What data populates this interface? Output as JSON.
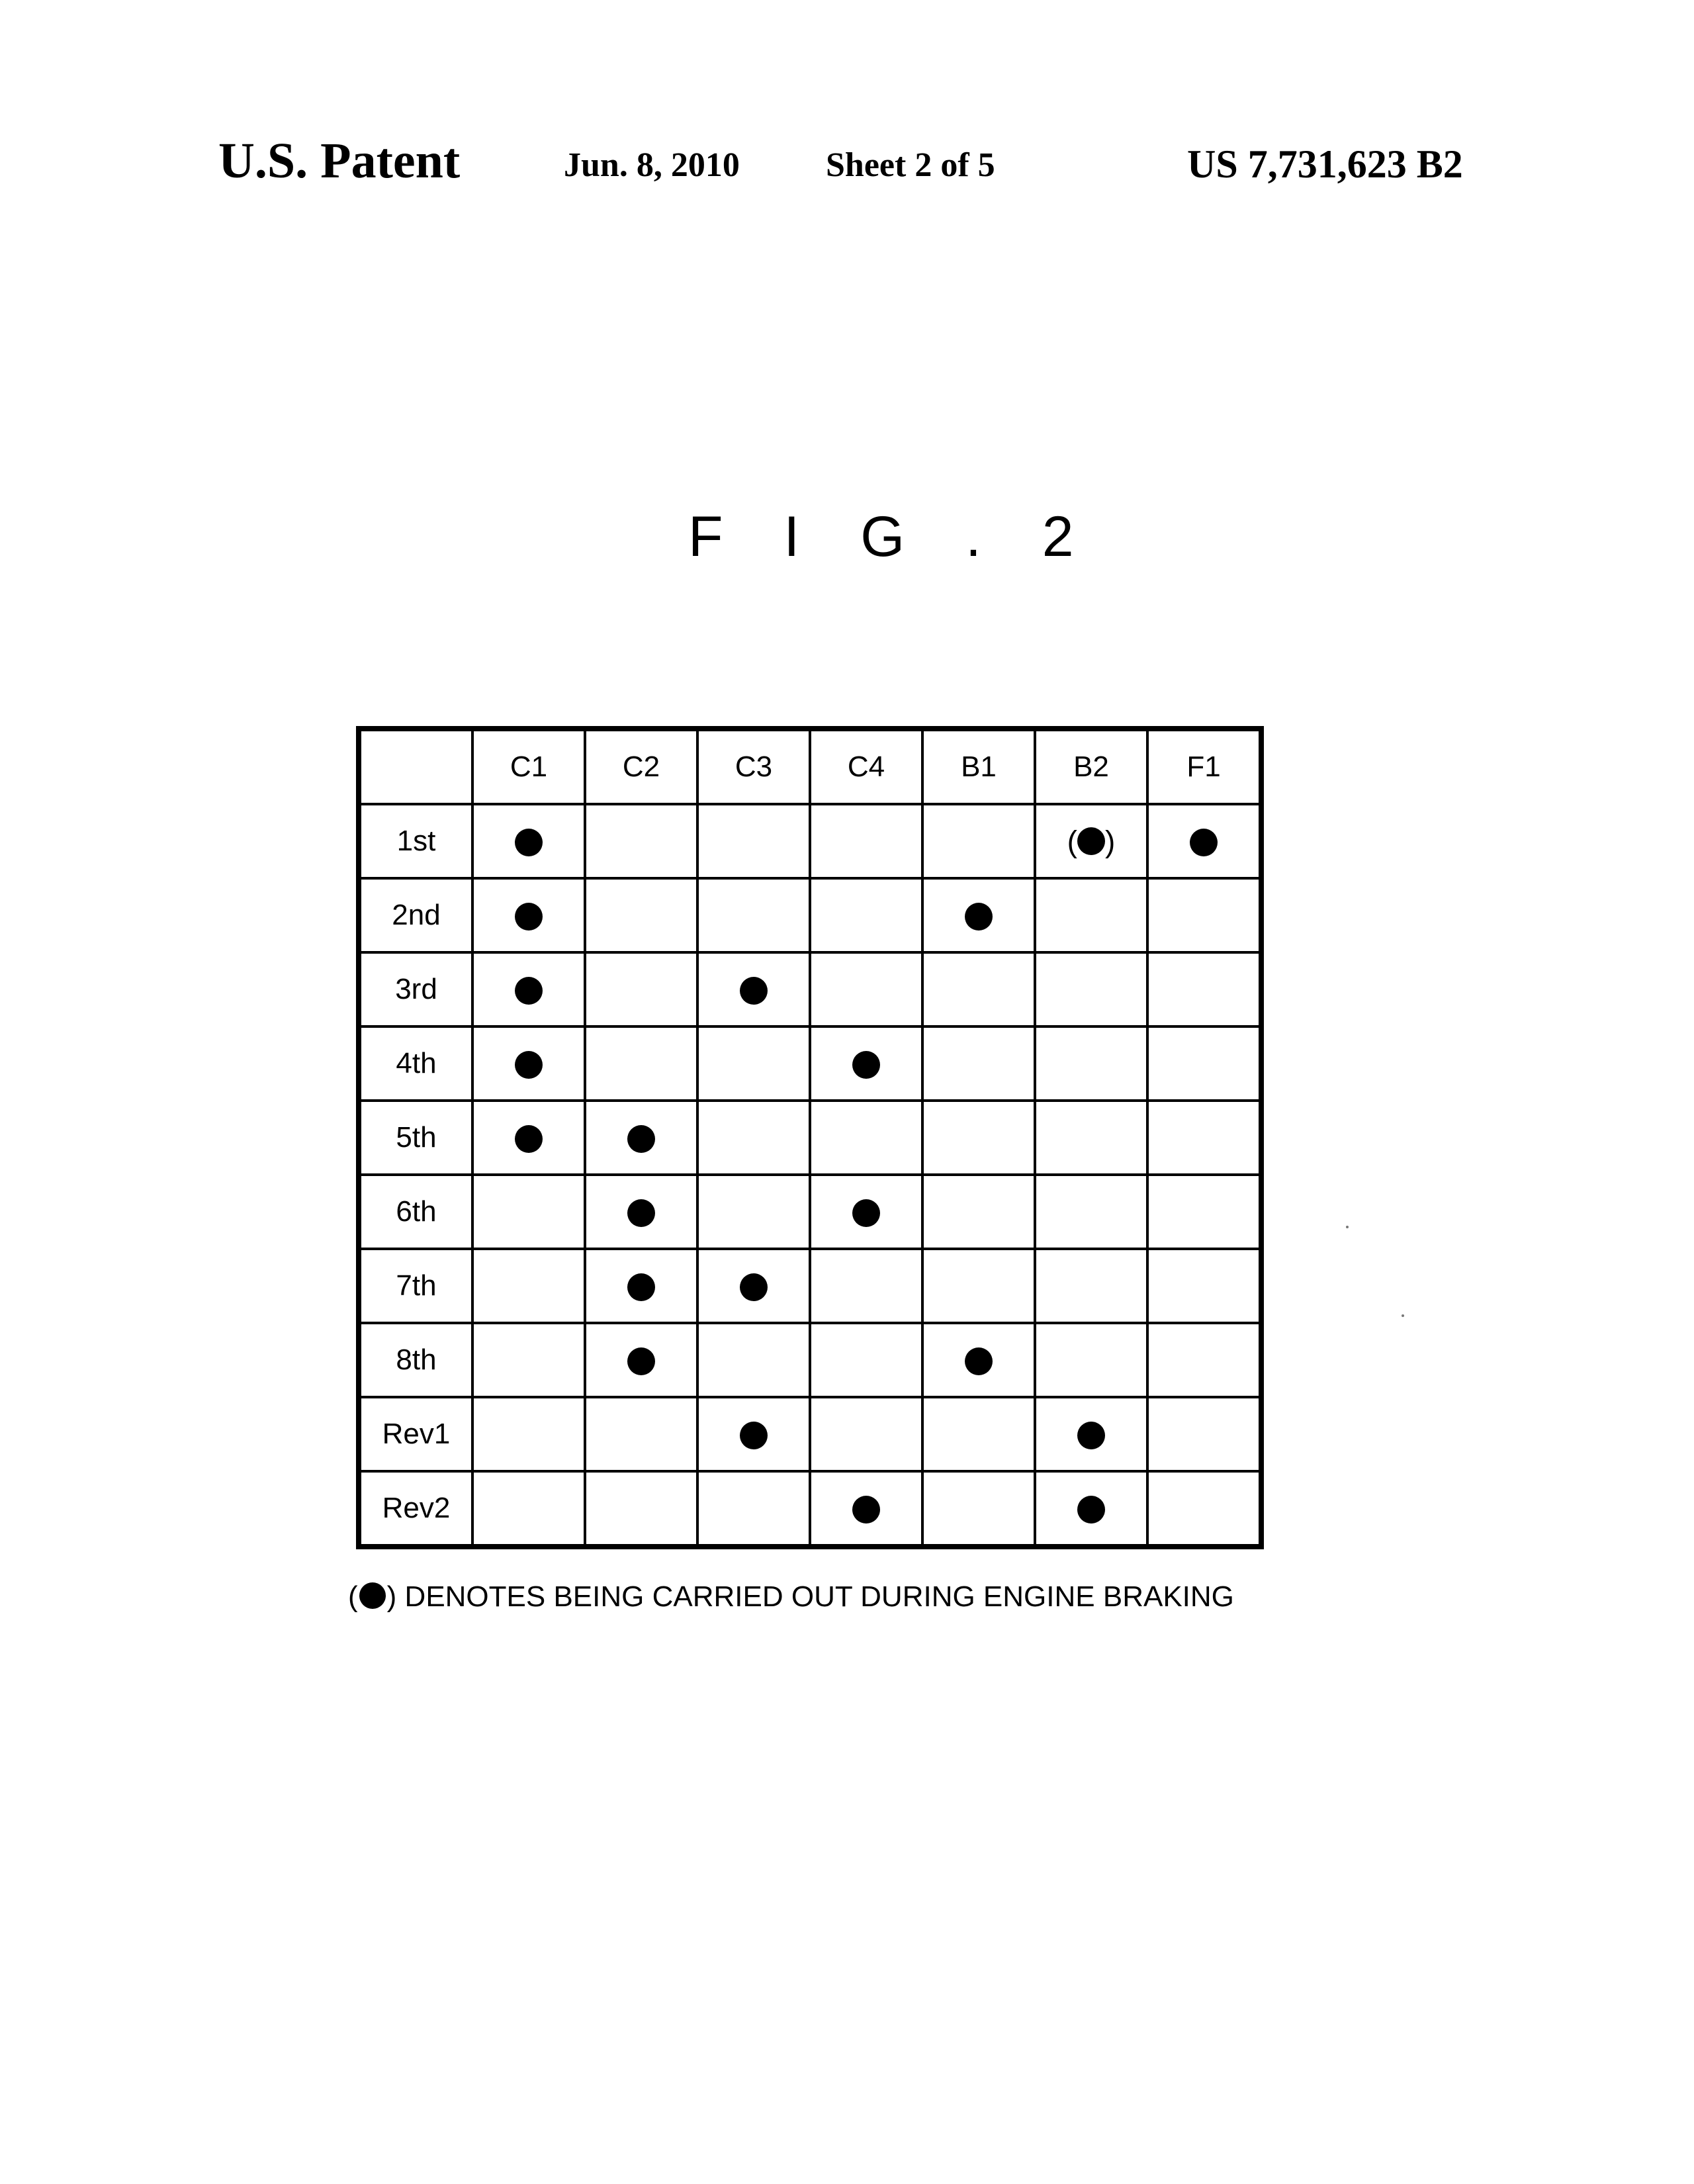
{
  "header": {
    "title": "U.S. Patent",
    "date": "Jun. 8, 2010",
    "sheet": "Sheet 2 of 5",
    "patent_number": "US 7,731,623 B2"
  },
  "figure": {
    "label": "F I G . 2"
  },
  "table": {
    "columns": [
      "C1",
      "C2",
      "C3",
      "C4",
      "B1",
      "B2",
      "F1"
    ],
    "rows": [
      {
        "label": "1st",
        "cells": [
          "dot",
          "",
          "",
          "",
          "",
          "paren-dot",
          "dot"
        ]
      },
      {
        "label": "2nd",
        "cells": [
          "dot",
          "",
          "",
          "",
          "dot",
          "",
          ""
        ]
      },
      {
        "label": "3rd",
        "cells": [
          "dot",
          "",
          "dot",
          "",
          "",
          "",
          ""
        ]
      },
      {
        "label": "4th",
        "cells": [
          "dot",
          "",
          "",
          "dot",
          "",
          "",
          ""
        ]
      },
      {
        "label": "5th",
        "cells": [
          "dot",
          "dot",
          "",
          "",
          "",
          "",
          ""
        ]
      },
      {
        "label": "6th",
        "cells": [
          "",
          "dot",
          "",
          "dot",
          "",
          "",
          ""
        ]
      },
      {
        "label": "7th",
        "cells": [
          "",
          "dot",
          "dot",
          "",
          "",
          "",
          ""
        ]
      },
      {
        "label": "8th",
        "cells": [
          "",
          "dot",
          "",
          "",
          "dot",
          "",
          ""
        ]
      },
      {
        "label": "Rev1",
        "cells": [
          "",
          "",
          "dot",
          "",
          "",
          "dot",
          ""
        ]
      },
      {
        "label": "Rev2",
        "cells": [
          "",
          "",
          "",
          "dot",
          "",
          "dot",
          ""
        ]
      }
    ]
  },
  "footnote": {
    "open_paren": "(",
    "close_paren": ")",
    "text": " DENOTES BEING CARRIED OUT DURING ENGINE BRAKING"
  },
  "symbols": {
    "paren_open": "(",
    "paren_close": ")"
  }
}
